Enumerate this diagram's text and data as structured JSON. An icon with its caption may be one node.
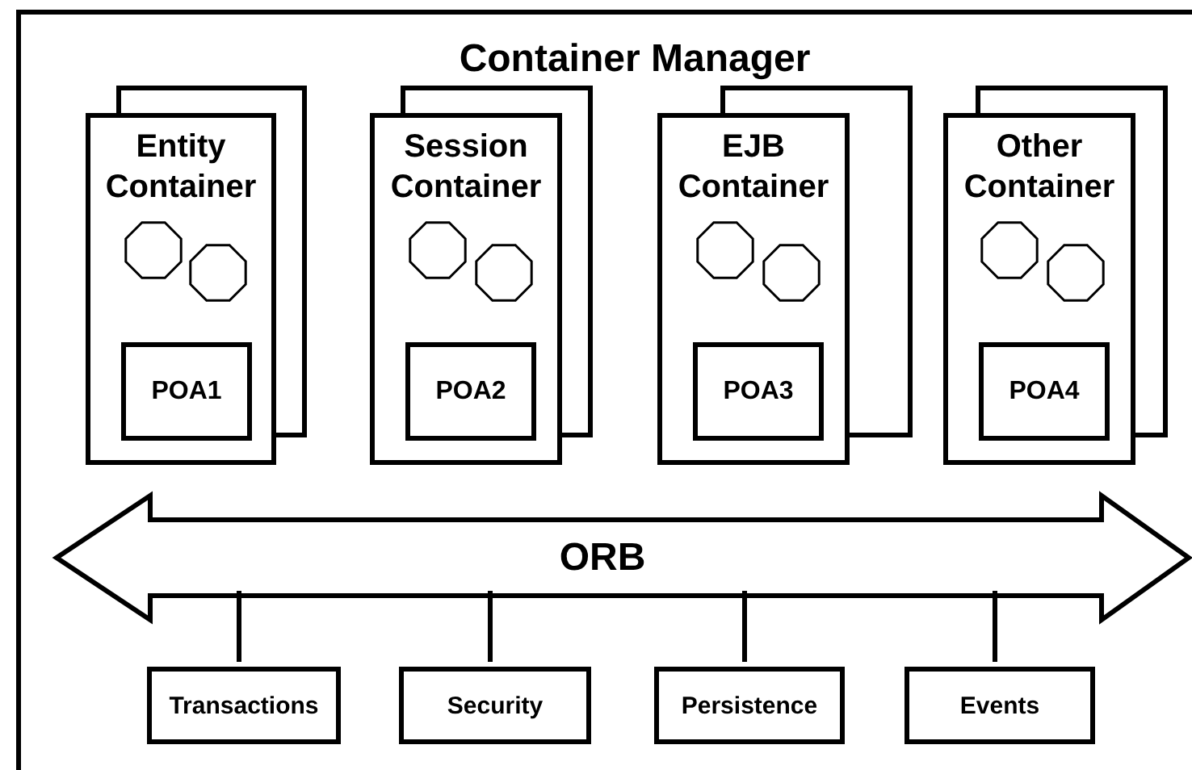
{
  "diagram": {
    "nodes": [
      {
        "text": [
          "Container Manager"
        ]
      },
      {
        "text": [
          "Entity Container"
        ],
        "in": 0
      },
      {
        "text": [],
        "shape": "octagon",
        "in": 1
      },
      {
        "text": [],
        "shape": "octagon",
        "in": 1
      },
      {
        "text": [
          "POA1"
        ],
        "in": 1
      },
      {
        "text": [
          "Session Container"
        ],
        "in": 0
      },
      {
        "text": [],
        "shape": "octagon",
        "in": 5
      },
      {
        "text": [],
        "shape": "octagon",
        "in": 5
      },
      {
        "text": [
          "POA2"
        ],
        "in": 5
      },
      {
        "text": [
          "EJB Container"
        ],
        "in": 0
      },
      {
        "text": [],
        "shape": "octagon",
        "in": 9
      },
      {
        "text": [],
        "shape": "octagon",
        "in": 9
      },
      {
        "text": [
          "POA3"
        ],
        "in": 9
      },
      {
        "text": [
          "Other Container"
        ],
        "in": 0
      },
      {
        "text": [],
        "shape": "octagon",
        "in": 13
      },
      {
        "text": [],
        "shape": "octagon",
        "in": 13
      },
      {
        "text": [
          "POA4"
        ],
        "in": 13
      },
      {
        "text": [
          "ORB"
        ],
        "in": 0
      },
      {
        "text": [
          "Transactions"
        ],
        "in": 0
      },
      {
        "text": [
          "Security"
        ],
        "in": 0
      },
      {
        "text": [
          "Persistence"
        ],
        "in": 0
      },
      {
        "text": [
          "Events"
        ],
        "in": 0
      }
    ],
    "edges": [
      {
        "from": 17,
        "to": 18,
        "arrow": "none"
      },
      {
        "from": 17,
        "to": 19,
        "arrow": "none"
      },
      {
        "from": 17,
        "to": 20,
        "arrow": "none"
      },
      {
        "from": 17,
        "to": 21,
        "arrow": "none"
      }
    ]
  }
}
